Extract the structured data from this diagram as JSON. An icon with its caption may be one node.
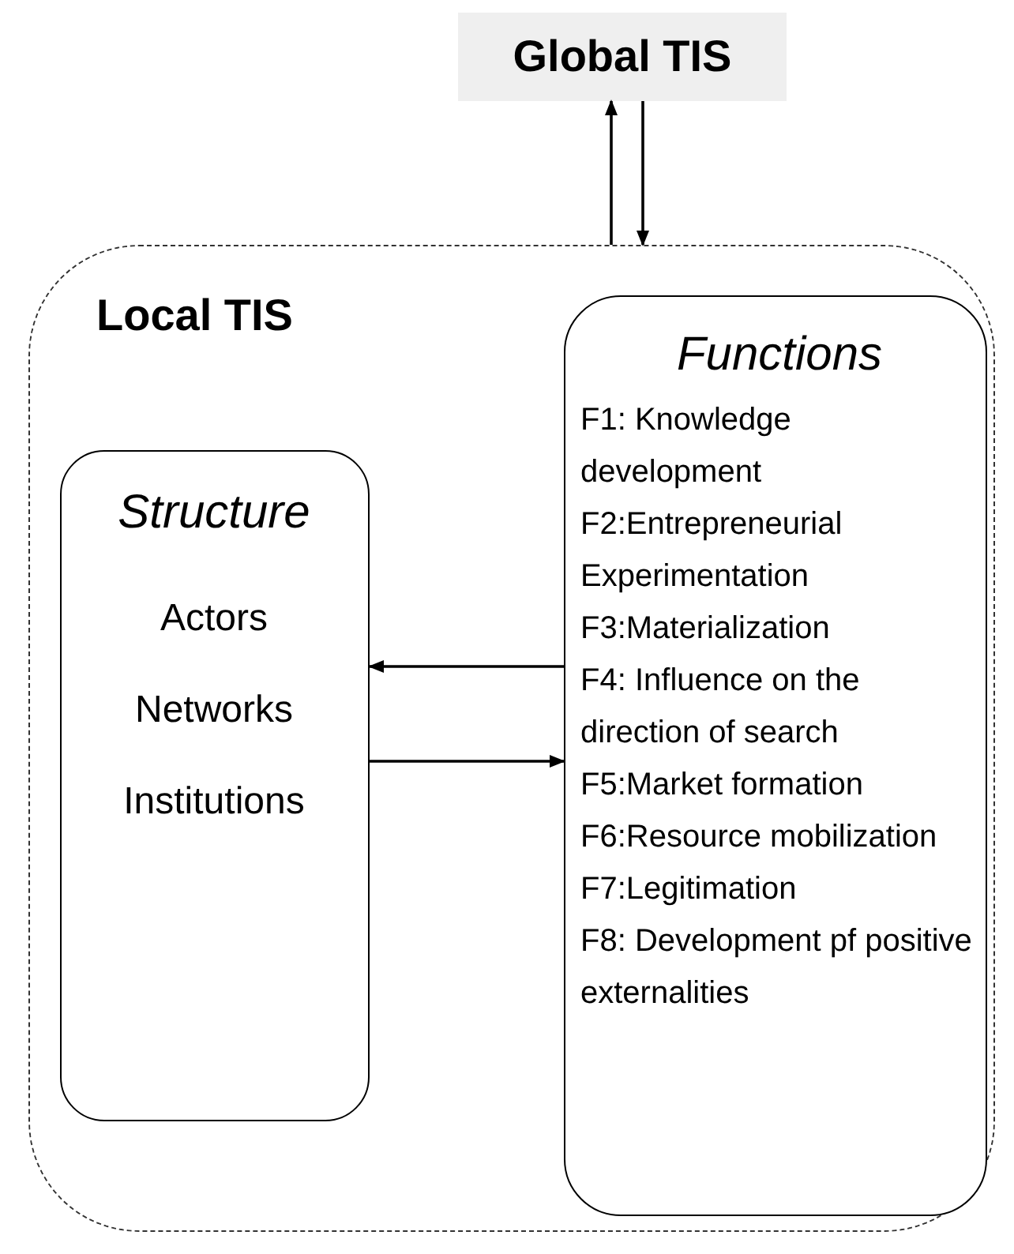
{
  "diagram": {
    "nodes": [
      {
        "text": [
          "Global TIS"
        ]
      },
      {
        "text": [
          "Local TIS"
        ]
      },
      {
        "text": [
          "Structure",
          "Actors",
          "Networks",
          "Institutions"
        ],
        "in": 1
      },
      {
        "text": [
          "Functions",
          "F1: Knowledge development",
          "F2:Entrepreneurial Experimentation",
          "F3:Materialization",
          "F4: Influence on the direction of search",
          "F5:Market formation",
          "F6:Resource mobilization",
          "F7:Legitimation",
          "F8: Development pf positive externalities"
        ],
        "in": 1
      }
    ],
    "edges": [
      {
        "from": 1,
        "to": 0,
        "arrow": "to"
      },
      {
        "from": 0,
        "to": 1,
        "arrow": "to"
      },
      {
        "from": 3,
        "to": 2,
        "arrow": "to"
      },
      {
        "from": 2,
        "to": 3,
        "arrow": "to"
      }
    ]
  }
}
